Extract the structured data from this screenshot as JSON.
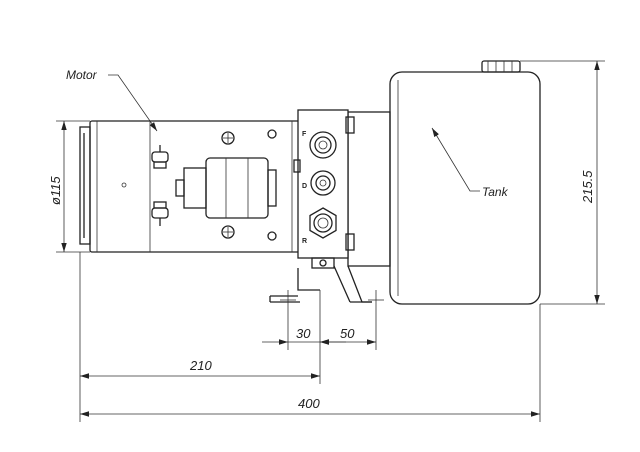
{
  "labels": {
    "motor": "Motor",
    "tank": "Tank"
  },
  "ports": {
    "f": "F",
    "d": "D",
    "r": "R"
  },
  "dimensions": {
    "diameter": "ø115",
    "height": "215.5",
    "d30": "30",
    "d50": "50",
    "d210": "210",
    "d400": "400"
  }
}
